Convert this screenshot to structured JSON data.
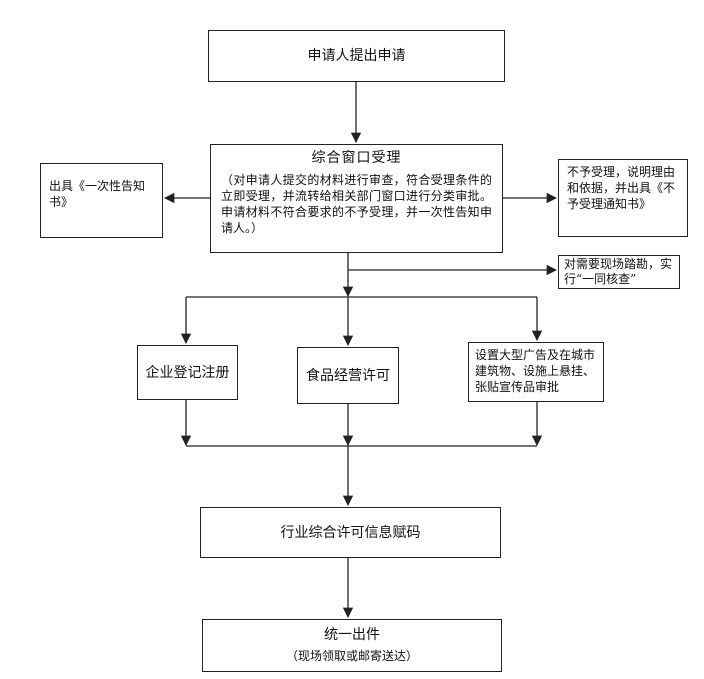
{
  "nodes": {
    "apply": {
      "text": "申请人提出申请"
    },
    "window": {
      "title": "综合窗口受理",
      "desc": "（对申请人提交的材料进行审查，符合受理条件的立即受理，并流转给相关部门窗口进行分类审批。申请材料不符合要求的不予受理，并一次性告知申请人。）"
    },
    "notice_once": {
      "text": "出具《一次性告知书》"
    },
    "reject": {
      "text": "不予受理，说明理由和依据，并出具《不予受理通知书》"
    },
    "onsite": {
      "text": "对需要现场踏勘，实行“一同核查”"
    },
    "enterprise": {
      "text": "企业登记注册"
    },
    "food": {
      "text": "食品经营许可"
    },
    "ads": {
      "text": "设置大型广告及在城市建筑物、设施上悬挂、张贴宣传品审批"
    },
    "code": {
      "text": "行业综合许可信息赋码"
    },
    "issue": {
      "title": "统一出件",
      "sub": "（现场领取或邮寄送达）"
    }
  }
}
